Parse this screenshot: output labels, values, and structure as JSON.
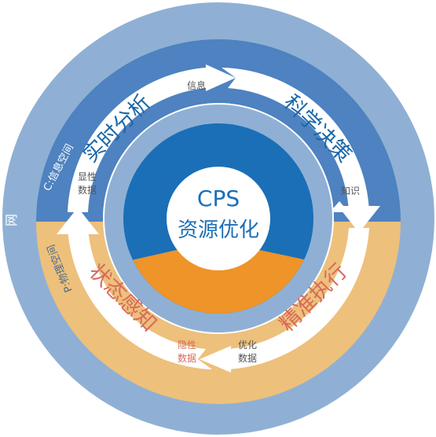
{
  "outer_ring_label": "网",
  "cyber_space_label": "C:信息空间",
  "physical_space_label": "P:物理空间",
  "center": {
    "line1": "CPS",
    "line2": "资源优化"
  },
  "stages": {
    "realtime_analysis": "实时分析",
    "scientific_decision": "科学决策",
    "precise_execution": "精准执行",
    "state_perception": "状态感知"
  },
  "flows": {
    "information": "信息",
    "knowledge": "知识",
    "optimized_data": [
      "优化",
      "数据"
    ],
    "explicit_data": [
      "显性",
      "数据"
    ],
    "implicit_data": [
      "隐性",
      "数据"
    ]
  },
  "colors": {
    "outer_ring": "#8fb0d4",
    "cyber_band": "#4e82c0",
    "physical_band": "#edc07c",
    "inner_ring": "#8fb0d4",
    "core_blue": "#1a6fb7",
    "core_orange": "#ee9428",
    "center_white": "#ffffff",
    "cyber_text": "#1a67a8",
    "physical_text": "#d86a5a",
    "label_gray": "#6c6c6c"
  }
}
